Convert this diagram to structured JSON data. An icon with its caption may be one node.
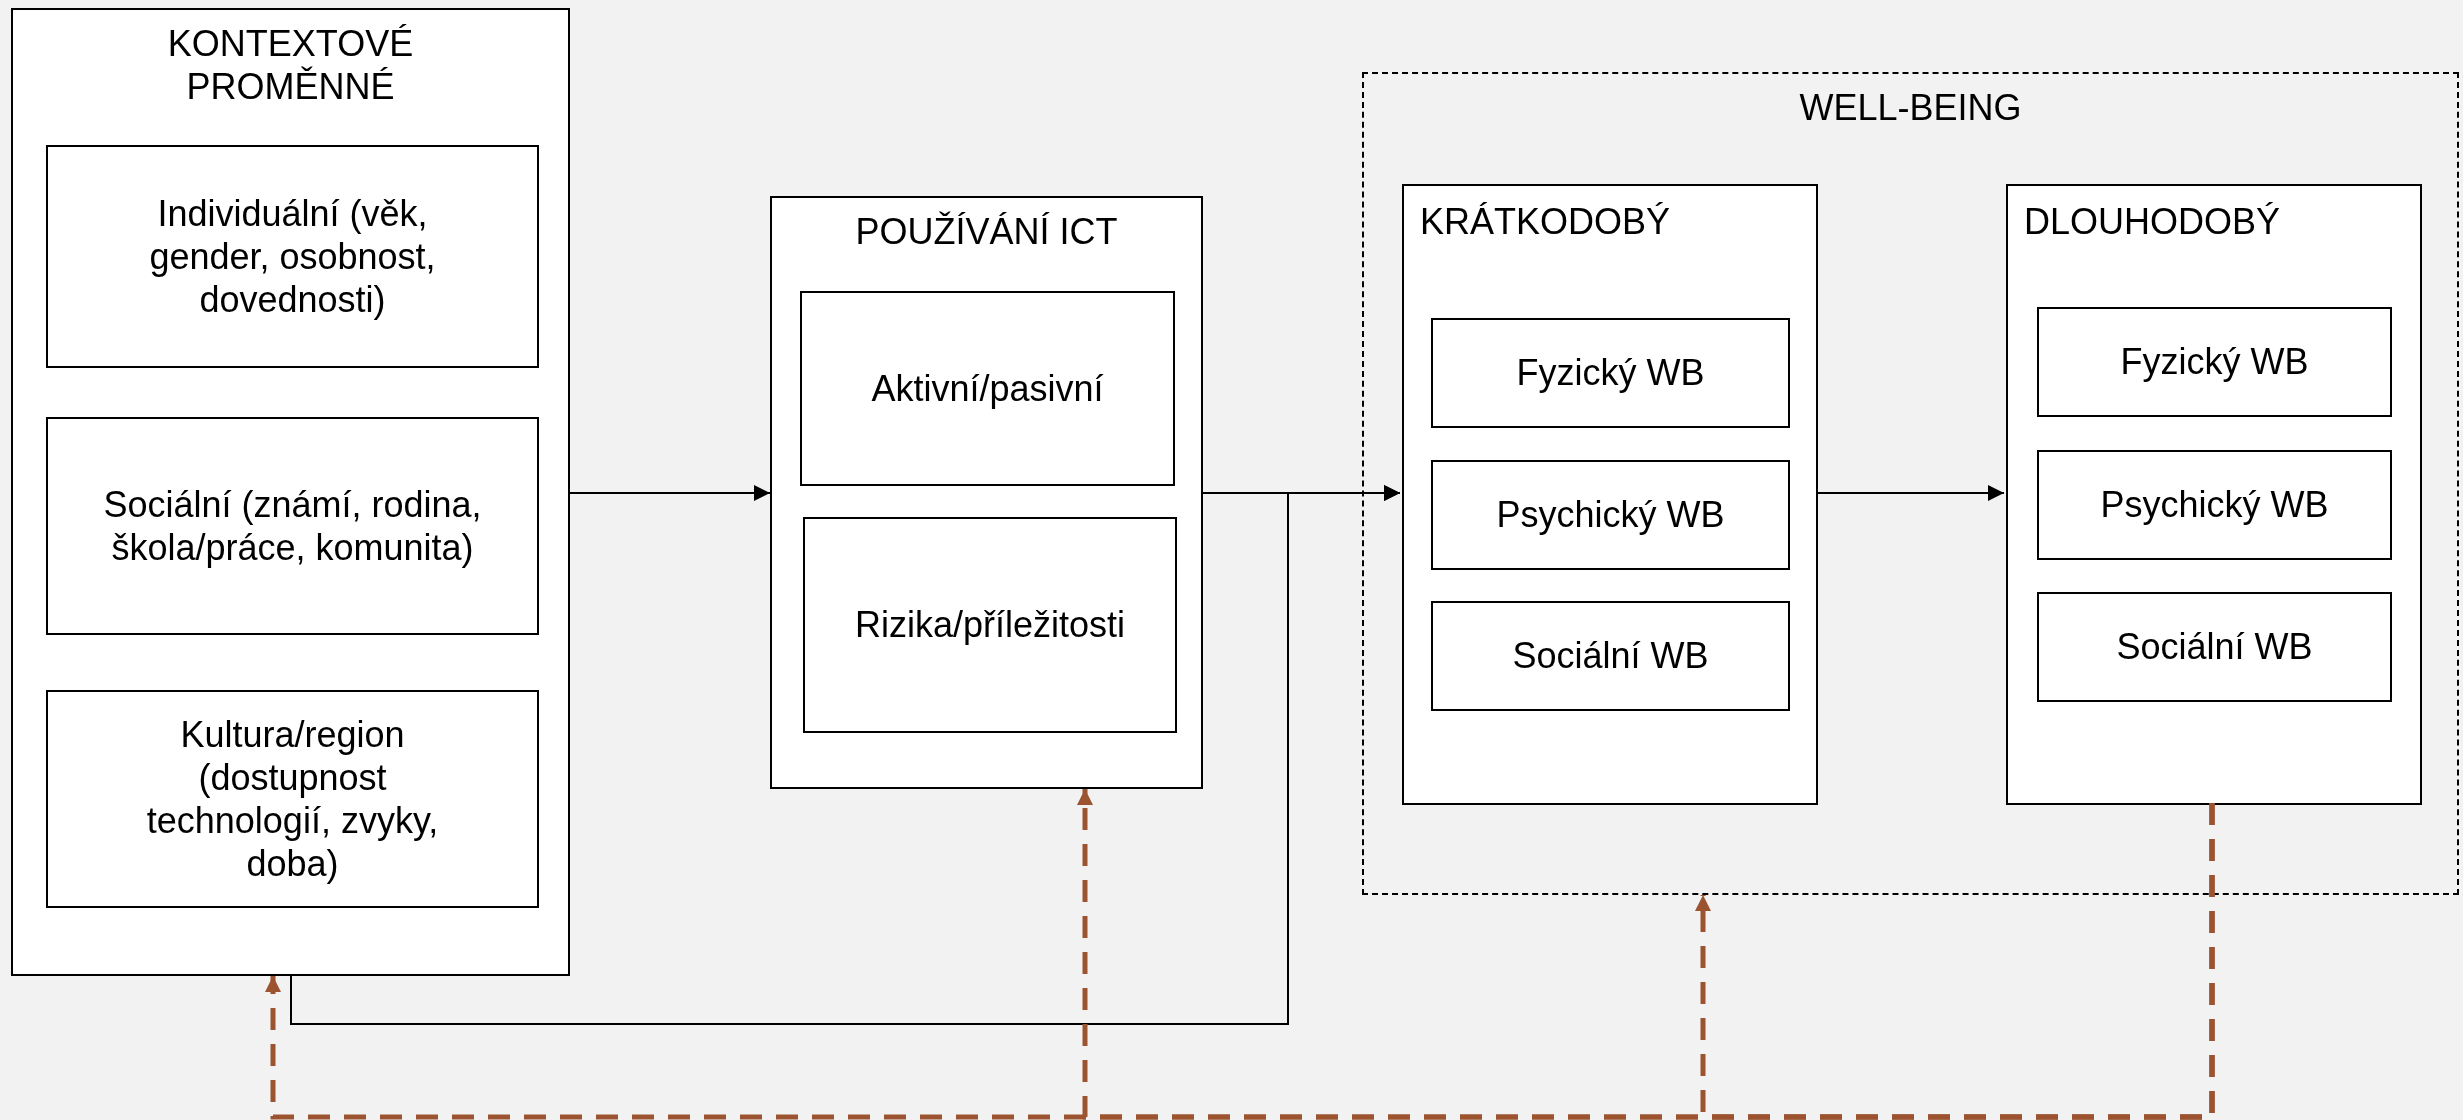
{
  "diagram": {
    "nodes": [
      {
        "text": [
          "KONTEXTOVÉ PROMĚNNÉ"
        ]
      },
      {
        "text": [
          "Individuální (věk, gender, osobnost, dovednosti)"
        ],
        "in": 0
      },
      {
        "text": [
          "Sociální (známí, rodina, škola/práce, komunita)"
        ],
        "in": 0
      },
      {
        "text": [
          "Kultura/region (dostupnost technologií, zvyky, doba)"
        ],
        "in": 0
      },
      {
        "text": [
          "POUŽÍVÁNÍ ICT"
        ]
      },
      {
        "text": [
          "Aktivní/pasivní"
        ],
        "in": 4
      },
      {
        "text": [
          "Rizika/příležitosti"
        ],
        "in": 4
      },
      {
        "text": [
          "WELL-BEING"
        ]
      },
      {
        "text": [
          "KRÁTKODOBÝ"
        ],
        "in": 7
      },
      {
        "text": [
          "Fyzický WB"
        ],
        "in": 8
      },
      {
        "text": [
          "Psychický WB"
        ],
        "in": 8
      },
      {
        "text": [
          "Sociální WB"
        ],
        "in": 8
      },
      {
        "text": [
          "DLOUHODOBÝ"
        ],
        "in": 7
      },
      {
        "text": [
          "Fyzický WB"
        ],
        "in": 12
      },
      {
        "text": [
          "Psychický WB"
        ],
        "in": 12
      },
      {
        "text": [
          "Sociální WB"
        ],
        "in": 12
      }
    ],
    "edges": [
      {
        "from": 0,
        "to": 4,
        "arrow": "to"
      },
      {
        "from": 4,
        "to": 8,
        "arrow": "to"
      },
      {
        "from": 0,
        "to": 8,
        "arrow": "to"
      },
      {
        "from": 8,
        "to": 12,
        "arrow": "to"
      },
      {
        "from": 12,
        "to": 0,
        "arrow": "to",
        "style": "dashed",
        "color": "#9c5430"
      },
      {
        "from": 12,
        "to": 4,
        "arrow": "to",
        "style": "dashed",
        "color": "#9c5430"
      },
      {
        "from": 12,
        "to": 7,
        "arrow": "to",
        "style": "dashed",
        "color": "#9c5430"
      }
    ]
  }
}
